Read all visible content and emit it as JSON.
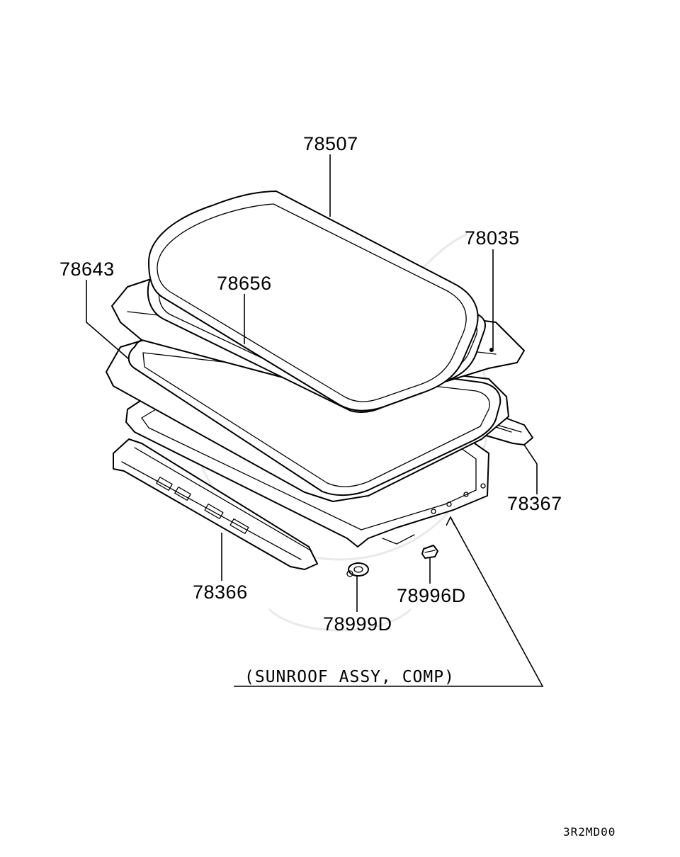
{
  "parts": [
    {
      "id": "78507",
      "label": "78507"
    },
    {
      "id": "78035",
      "label": "78035"
    },
    {
      "id": "78643",
      "label": "78643"
    },
    {
      "id": "78656",
      "label": "78656"
    },
    {
      "id": "78367",
      "label": "78367"
    },
    {
      "id": "78366",
      "label": "78366"
    },
    {
      "id": "78996D",
      "label": "78996D"
    },
    {
      "id": "78999D",
      "label": "78999D"
    }
  ],
  "assembly_caption": "(SUNROOF ASSY, COMP)",
  "drawing_code": "3R2MD00",
  "colors": {
    "line": "#000000",
    "background": "#ffffff",
    "watermark": "#cfcfcf"
  }
}
